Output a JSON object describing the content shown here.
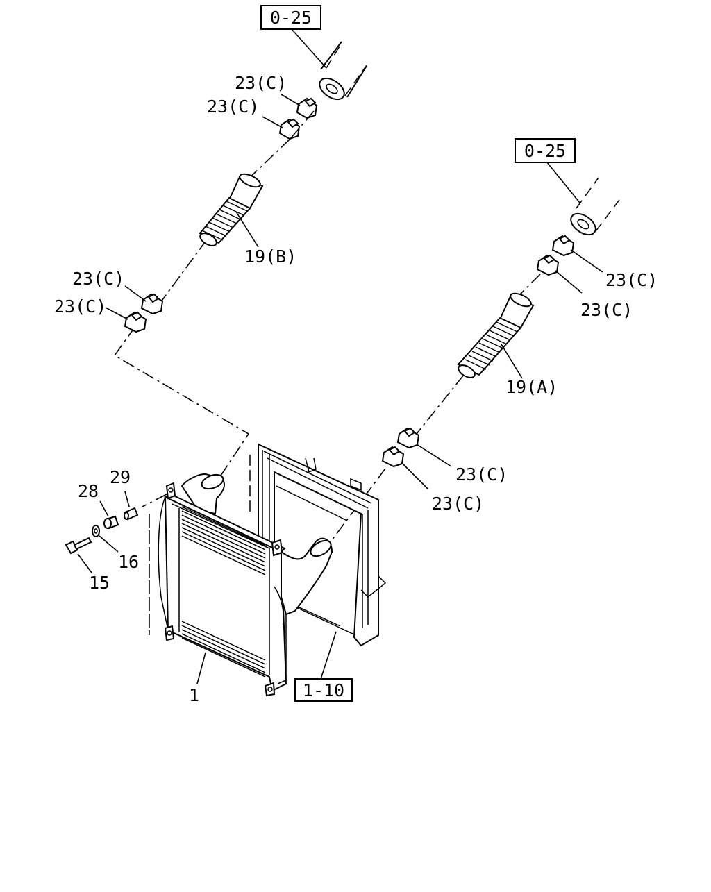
{
  "diagram": {
    "ref_boxes": {
      "top_left": "0-25",
      "top_right": "0-25",
      "bottom": "1-10"
    },
    "labels": {
      "clamp_b_1": "23(C)",
      "clamp_b_2": "23(C)",
      "clamp_b_3": "23(C)",
      "clamp_b_4": "23(C)",
      "clamp_a_1": "23(C)",
      "clamp_a_2": "23(C)",
      "clamp_a_3": "23(C)",
      "clamp_a_4": "23(C)",
      "hose_b": "19(B)",
      "hose_a": "19(A)",
      "intercooler": "1",
      "bolt": "15",
      "washer": "16",
      "bushing": "28",
      "collar": "29"
    }
  }
}
